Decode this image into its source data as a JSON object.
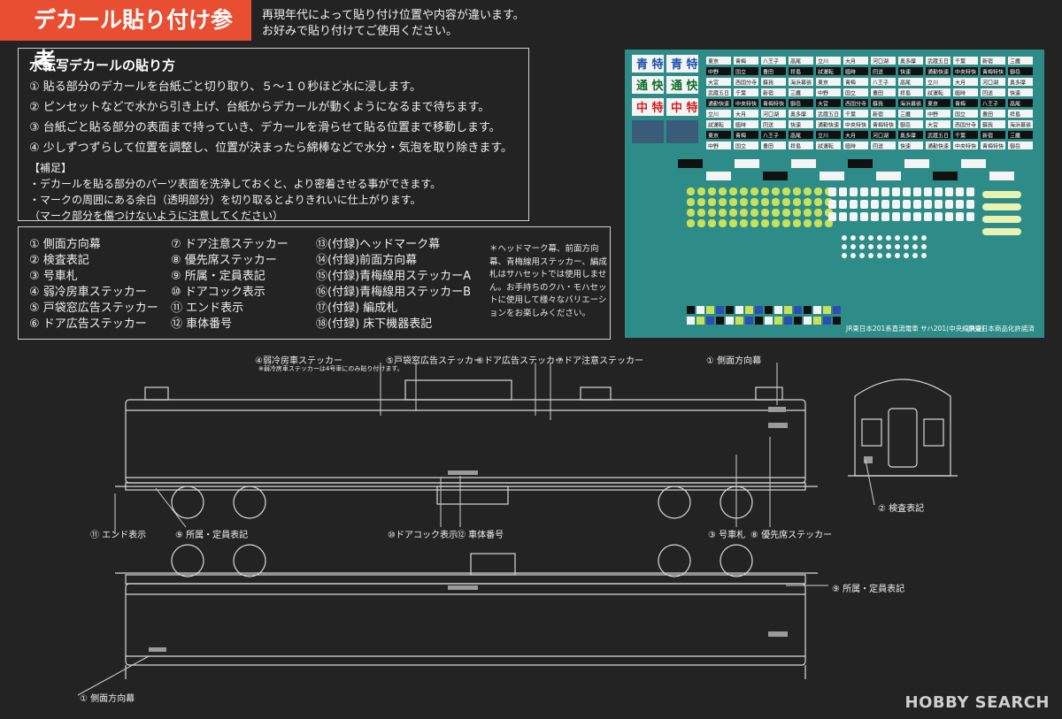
{
  "title": "デカール貼り付け参考",
  "intro": [
    "再現年代によって貼り付け位置や内容が違います。",
    "お好みで貼り付けてご使用ください。"
  ],
  "method": {
    "heading": "水転写デカールの貼り方",
    "steps": [
      "① 貼る部分のデカールを台紙ごと切り取り、５～１０秒ほど水に浸します。",
      "② ピンセットなどで水から引き上げ、台紙からデカールが動くようになるまで待ちます。",
      "③ 台紙ごと貼る部分の表面まで持っていき、デカールを滑らせて貼る位置まで移動します。",
      "④ 少しずつずらして位置を調整し、位置が決まったら綿棒などで水分・気泡を取り除きます。"
    ],
    "notes": [
      "【補足】",
      "・デカールを貼る部分のパーツ表面を洗浄しておくと、より密着させる事ができます。",
      "・マークの周囲にある余白（透明部分）を切り取るとよりきれいに仕上がります。",
      "（マーク部分を傷つけないように注意してください）"
    ]
  },
  "legend": {
    "col1": [
      "① 側面方向幕",
      "② 検査表記",
      "③ 号車札",
      "④ 弱冷房車ステッカー",
      "⑤ 戸袋窓広告ステッカー",
      "⑥ ドア広告ステッカー"
    ],
    "col2": [
      "⑦ ドア注意ステッカー",
      "⑧ 優先席ステッカー",
      "⑨ 所属・定員表記",
      "⑩ ドアコック表示",
      "⑪ エンド表示",
      "⑫ 車体番号"
    ],
    "col3": [
      "⑬(付録)ヘッドマーク幕",
      "⑭(付録)前面方向幕",
      "⑮(付録)青梅線用ステッカーA",
      "⑯(付録)青梅線用ステッカーB",
      "⑰(付録) 編成札",
      "⑱(付録) 床下機器表記"
    ],
    "note": "＊ヘッドマーク幕、前面方向幕、青梅線用ステッカー、編成札はサハセットでは使用しません。お手持ちのクハ・モハセットに使用して様々なバリエーションをお楽しみください。"
  },
  "decal_sheet": {
    "big_labels": [
      "青 特",
      "青 特",
      "通 快",
      "通 快",
      "中 特",
      "中 特"
    ],
    "dest_words": [
      "東京",
      "青梅",
      "八王子",
      "高尾",
      "立川",
      "大月",
      "河口湖",
      "奥多摩",
      "武蔵五日市",
      "千葉",
      "新宿",
      "三鷹",
      "中野",
      "国立",
      "豊田",
      "拝島",
      "試運転",
      "臨時",
      "回送",
      "快速",
      "通勤快速",
      "中央特快",
      "青梅特快",
      "御岳",
      "大宮",
      "西国分寺",
      "蘇我",
      "海浜幕張"
    ],
    "footer_left": "JR東日本201系直流電車 サハ201(中央線快速)",
    "footer_right": "JR東日本商品化許諾済",
    "accent_colors": {
      "sheet": "#2e8c88",
      "yellow_green": "#c8e05a",
      "white": "#f4f4f4",
      "black": "#111111"
    }
  },
  "callouts_top": {
    "c4": "④弱冷房車ステッカー",
    "c4_sub": "※弱冷房車ステッカーは4号車にのみ貼り付けます。",
    "c5": "⑤戸袋窓広告ステッカー",
    "c6": "⑥ドア広告ステッカー",
    "c7": "⑦ドア注意ステッカー",
    "c1": "① 側面方向幕"
  },
  "callouts_mid": {
    "c11": "⑪ エンド表示",
    "c9": "⑨ 所属・定員表記",
    "c10": "⑩ドアコック表示",
    "c12": "⑫ 車体番号",
    "c3": "③ 号車札",
    "c8": "⑧ 優先席ステッカー",
    "c9b": "⑨ 所属・定員表記",
    "c2": "② 検査表記"
  },
  "callouts_bottom": {
    "c1b": "① 側面方向幕"
  },
  "watermark": "HOBBY SEARCH"
}
